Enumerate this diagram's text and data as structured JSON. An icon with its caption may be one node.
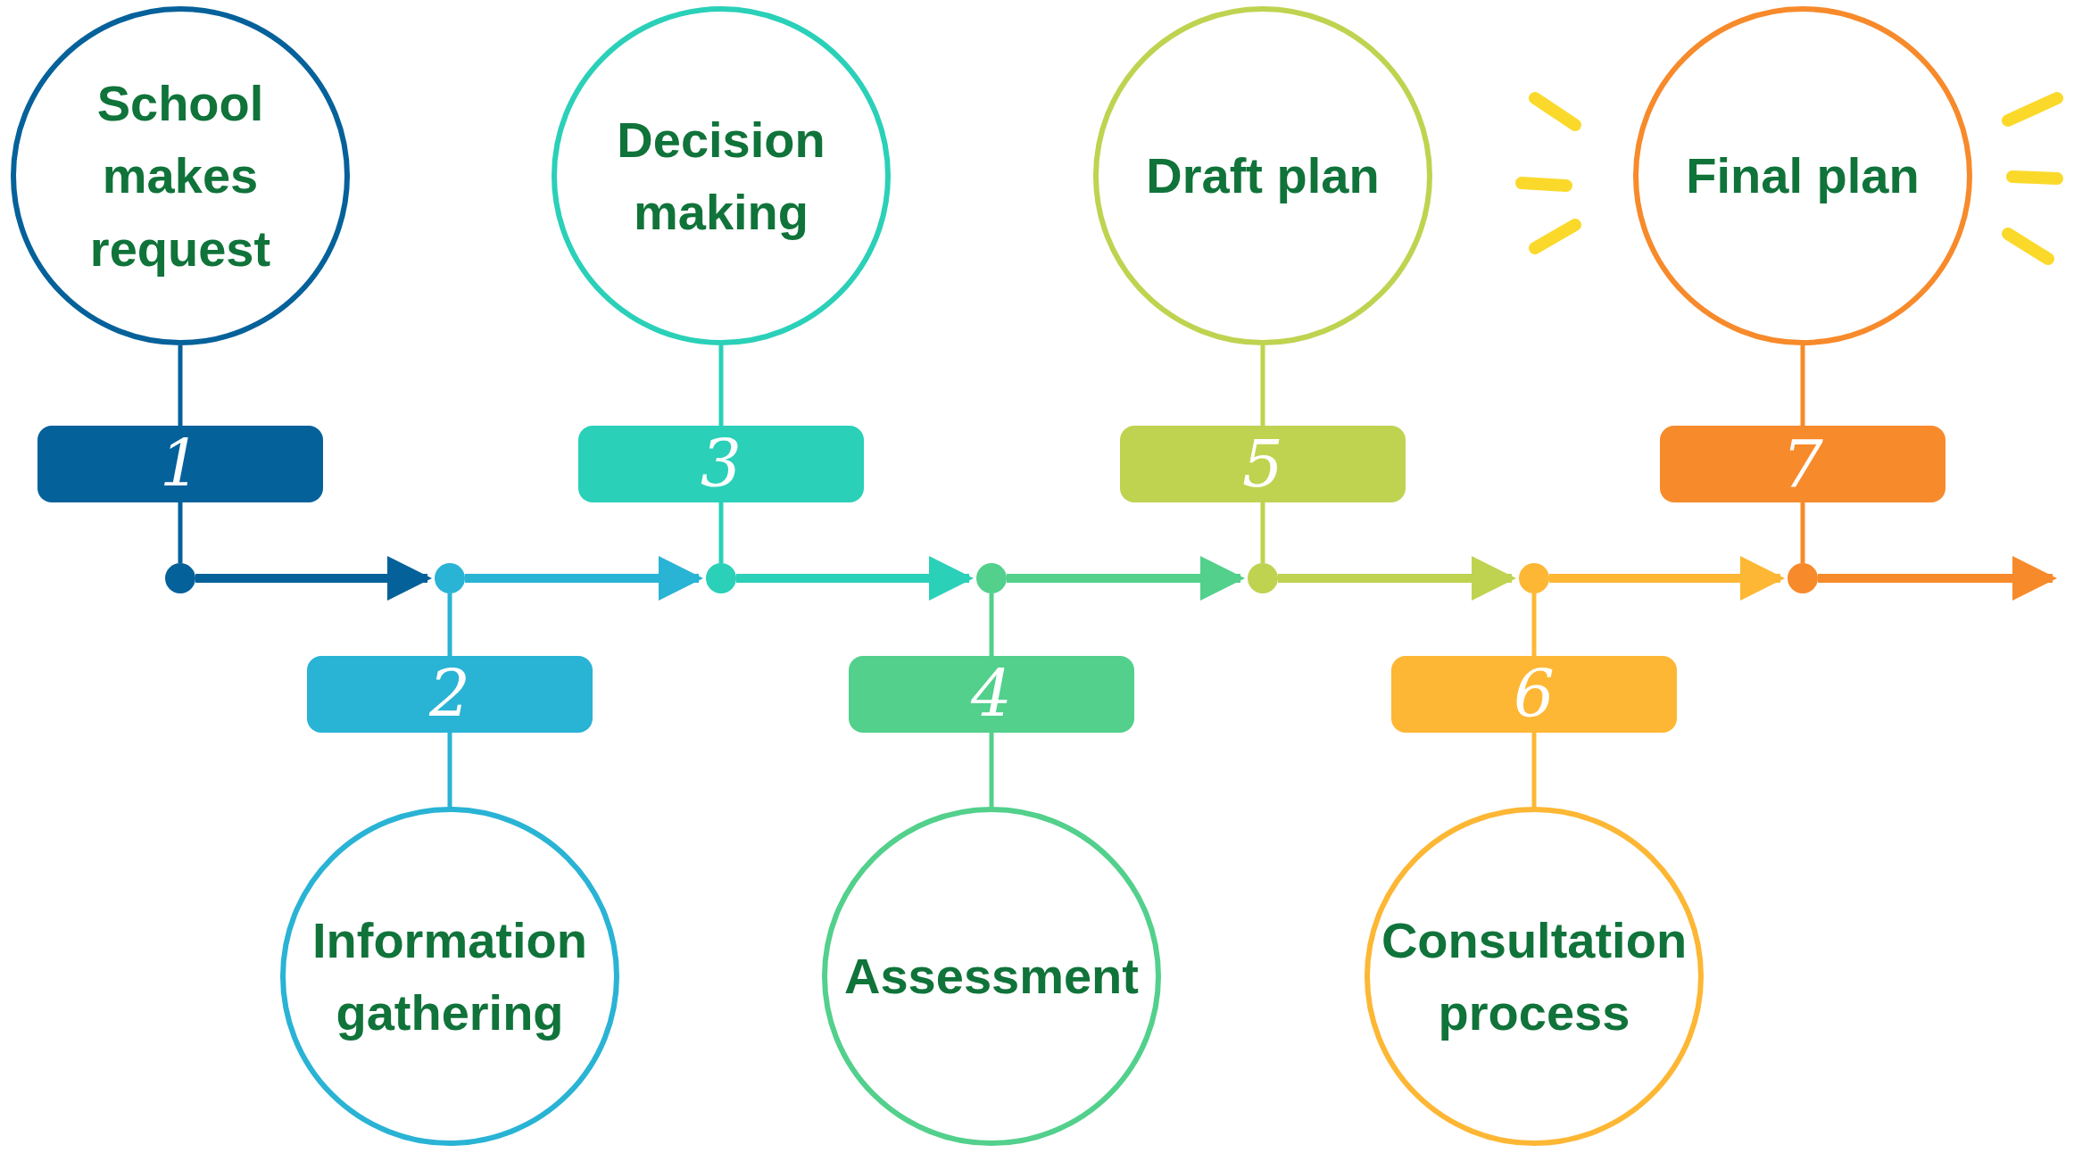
{
  "diagram": {
    "nodes": [
      {
        "text": [
          "School makes request"
        ]
      },
      {
        "text": [
          "1"
        ]
      },
      {
        "text": [],
        "shape": "circle"
      },
      {
        "text": [
          "Information gathering"
        ]
      },
      {
        "text": [
          "2"
        ]
      },
      {
        "text": [],
        "shape": "circle"
      },
      {
        "text": [
          "Decision making"
        ]
      },
      {
        "text": [
          "3"
        ]
      },
      {
        "text": [],
        "shape": "circle"
      },
      {
        "text": [
          "Assessment"
        ]
      },
      {
        "text": [
          "4"
        ]
      },
      {
        "text": [],
        "shape": "circle"
      },
      {
        "text": [
          "Draft plan"
        ]
      },
      {
        "text": [
          "5"
        ]
      },
      {
        "text": [],
        "shape": "circle"
      },
      {
        "text": [
          "Consultation process"
        ]
      },
      {
        "text": [
          "6"
        ]
      },
      {
        "text": [],
        "shape": "circle"
      },
      {
        "text": [
          "Final plan"
        ]
      },
      {
        "text": [
          "7"
        ]
      },
      {
        "text": [],
        "shape": "circle"
      }
    ],
    "edges": [
      {
        "from": 0,
        "to": 1,
        "arrow": "none",
        "color": "#05619a"
      },
      {
        "from": 1,
        "to": 2,
        "arrow": "none",
        "color": "#05619a"
      },
      {
        "from": 3,
        "to": 4,
        "arrow": "none",
        "color": "#29b3d5"
      },
      {
        "from": 4,
        "to": 5,
        "arrow": "none",
        "color": "#29b3d5"
      },
      {
        "from": 6,
        "to": 7,
        "arrow": "none",
        "color": "#2ad0b8"
      },
      {
        "from": 7,
        "to": 8,
        "arrow": "none",
        "color": "#2ad0b8"
      },
      {
        "from": 9,
        "to": 10,
        "arrow": "none",
        "color": "#52d08c"
      },
      {
        "from": 10,
        "to": 11,
        "arrow": "none",
        "color": "#52d08c"
      },
      {
        "from": 12,
        "to": 13,
        "arrow": "none",
        "color": "#bfd350"
      },
      {
        "from": 13,
        "to": 14,
        "arrow": "none",
        "color": "#bfd350"
      },
      {
        "from": 15,
        "to": 16,
        "arrow": "none",
        "color": "#fdb734"
      },
      {
        "from": 16,
        "to": 17,
        "arrow": "none",
        "color": "#fdb734"
      },
      {
        "from": 18,
        "to": 19,
        "arrow": "none",
        "color": "#f78a2b"
      },
      {
        "from": 19,
        "to": 20,
        "arrow": "none",
        "color": "#f78a2b"
      },
      {
        "from": 2,
        "to": 5,
        "arrow": "to",
        "color": "#05619a",
        "style": "thick"
      },
      {
        "from": 5,
        "to": 8,
        "arrow": "to",
        "color": "#29b3d5",
        "style": "thick"
      },
      {
        "from": 8,
        "to": 11,
        "arrow": "to",
        "color": "#2ad0b8",
        "style": "thick"
      },
      {
        "from": 11,
        "to": 14,
        "arrow": "to",
        "color": "#52d08c",
        "style": "thick"
      },
      {
        "from": 14,
        "to": 17,
        "arrow": "to",
        "color": "#bfd350",
        "style": "thick"
      },
      {
        "from": 17,
        "to": 20,
        "arrow": "to",
        "color": "#fdb734",
        "style": "thick"
      },
      {
        "from": 20,
        "to": null,
        "arrow": "to",
        "color": "#f78a2b",
        "style": "thick"
      }
    ]
  }
}
